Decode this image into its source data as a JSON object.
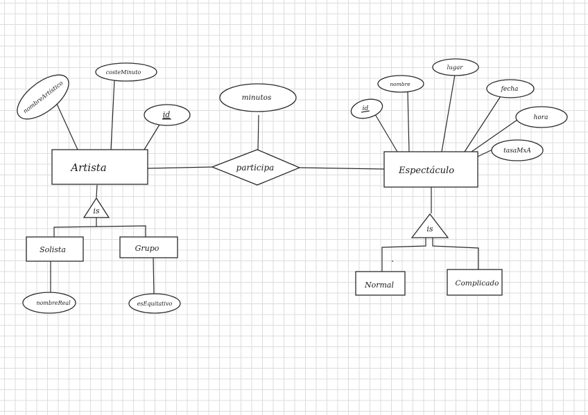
{
  "entities": {
    "artista": "Artista",
    "espectaculo": "Espectáculo",
    "solista": "Solista",
    "grupo": "Grupo",
    "normal": "Normal",
    "complicado": "Complicado"
  },
  "relationship": {
    "participa": "participa",
    "minutos": "minutos"
  },
  "isa": {
    "left": "is",
    "right": "is"
  },
  "attributes": {
    "nombre_artistico": "nombreArtístico",
    "coste_minuto": "costeMinuto",
    "artista_id": "id",
    "nombre_real": "nombreReal",
    "es_equitativo": "esEquitativo",
    "espectaculo_id": "id",
    "nombre": "nombre",
    "lugar": "lugar",
    "fecha": "fecha",
    "hora": "hora",
    "tasa_max": "tasaMxA"
  }
}
